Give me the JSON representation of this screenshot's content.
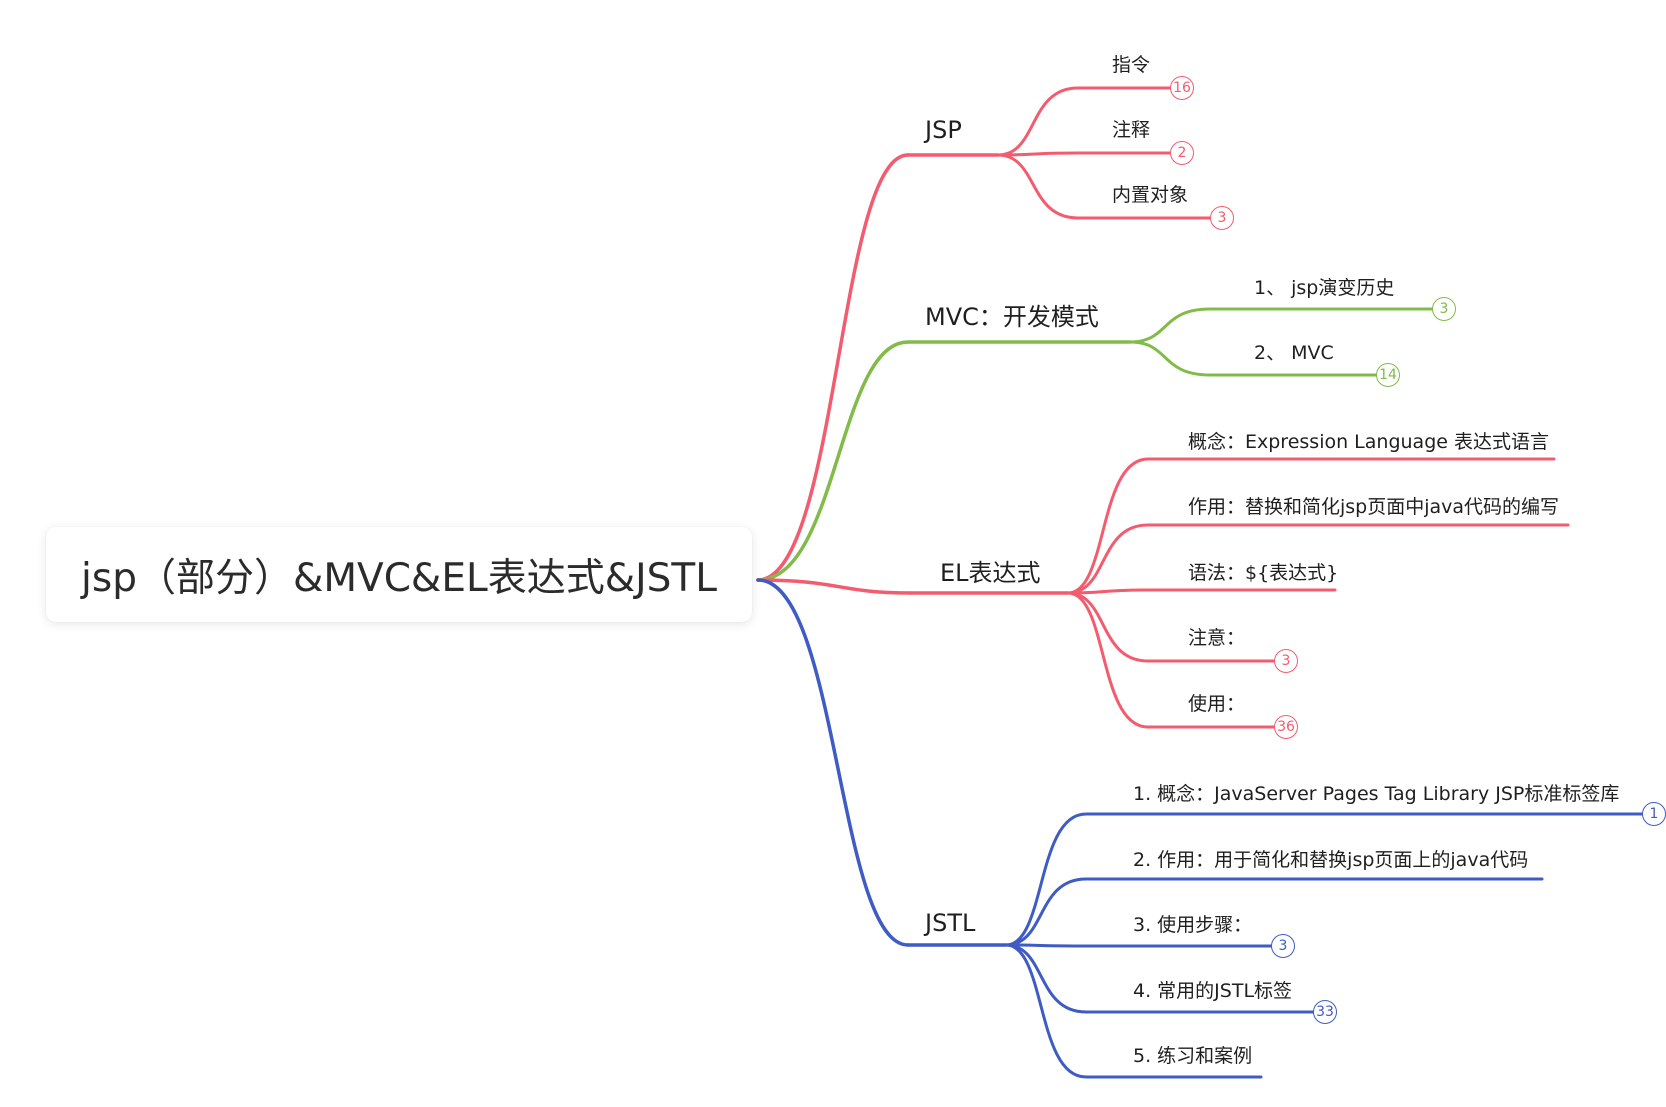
{
  "root": {
    "title": "jsp（部分）&MVC&EL表达式&JSTL"
  },
  "colors": {
    "red": "#f25c6e",
    "green": "#82bb4a",
    "blue": "#3f5bc4"
  },
  "branches": [
    {
      "id": "jsp",
      "label": "JSP",
      "color": "#f25c6e",
      "children": [
        {
          "label": "指令",
          "count": "16"
        },
        {
          "label": "注释",
          "count": "2"
        },
        {
          "label": "内置对象",
          "count": "3"
        }
      ]
    },
    {
      "id": "mvc",
      "label": "MVC：开发模式",
      "color": "#82bb4a",
      "children": [
        {
          "label": "1、 jsp演变历史",
          "count": "3"
        },
        {
          "label": "2、 MVC",
          "count": "14"
        }
      ]
    },
    {
      "id": "el",
      "label": "EL表达式",
      "color": "#f25c6e",
      "children": [
        {
          "label": "概念：Expression Language 表达式语言",
          "count": ""
        },
        {
          "label": "作用：替换和简化jsp页面中java代码的编写",
          "count": ""
        },
        {
          "label": "语法：${表达式}",
          "count": ""
        },
        {
          "label": "注意：",
          "count": "3"
        },
        {
          "label": "使用：",
          "count": "36"
        }
      ]
    },
    {
      "id": "jstl",
      "label": "JSTL",
      "color": "#3f5bc4",
      "children": [
        {
          "label": "1. 概念：JavaServer Pages Tag Library  JSP标准标签库",
          "count": "1"
        },
        {
          "label": "2. 作用：用于简化和替换jsp页面上的java代码",
          "count": ""
        },
        {
          "label": "3. 使用步骤：",
          "count": "3"
        },
        {
          "label": "4. 常用的JSTL标签",
          "count": "33"
        },
        {
          "label": "5. 练习和案例",
          "count": ""
        }
      ]
    }
  ]
}
